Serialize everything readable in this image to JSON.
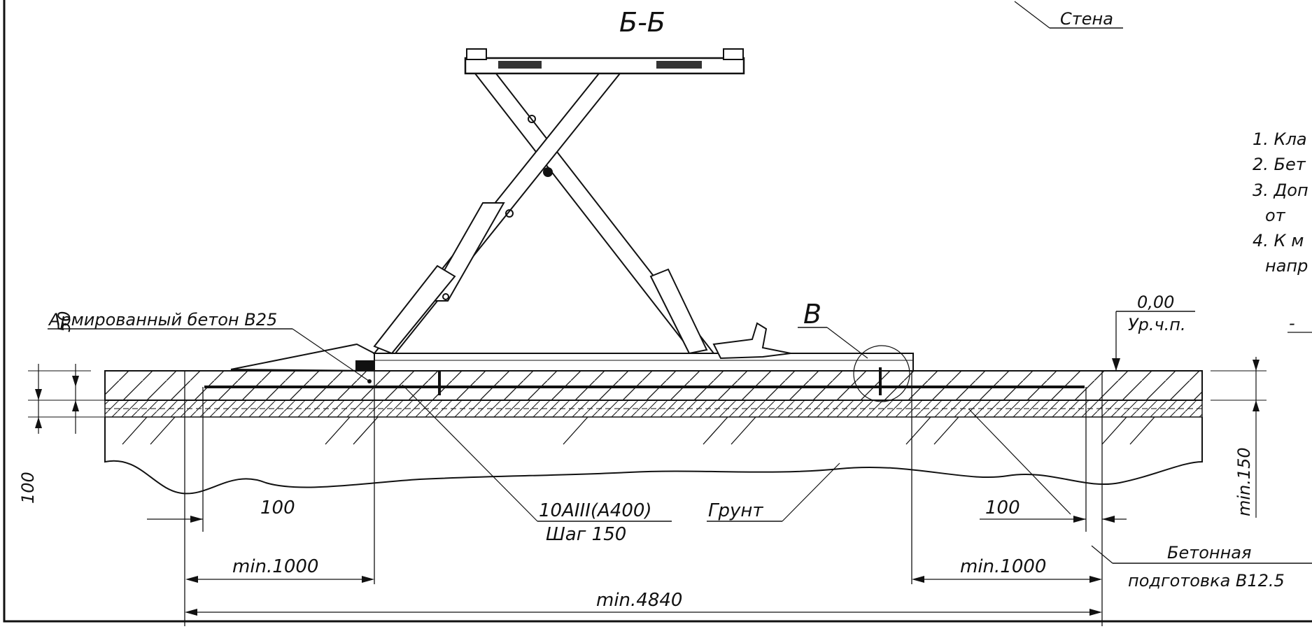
{
  "section_title": "Б-Б",
  "labels": {
    "wall": "Стена",
    "reinforced_concrete": "Армированный бетон B25",
    "detail_ref": "В",
    "level_value": "0,00",
    "level_name": "Ур.ч.п.",
    "rebar_line1": "10AIII(A400)",
    "rebar_line2": "Шаг 150",
    "soil": "Грунт",
    "concrete_prep_line1": "Бетонная",
    "concrete_prep_line2": "подготовка В12.5",
    "dash_mark": "-"
  },
  "dimensions": {
    "d50": "50",
    "d100_vert": "100",
    "d100_left": "100",
    "d100_right": "100",
    "min150": "min.150",
    "min1000_left": "min.1000",
    "min1000_right": "min.1000",
    "min4840": "min.4840"
  },
  "notes": [
    "1. Кла",
    "2. Бет",
    "3. Доп",
    "от",
    "4. К м",
    "напр"
  ]
}
